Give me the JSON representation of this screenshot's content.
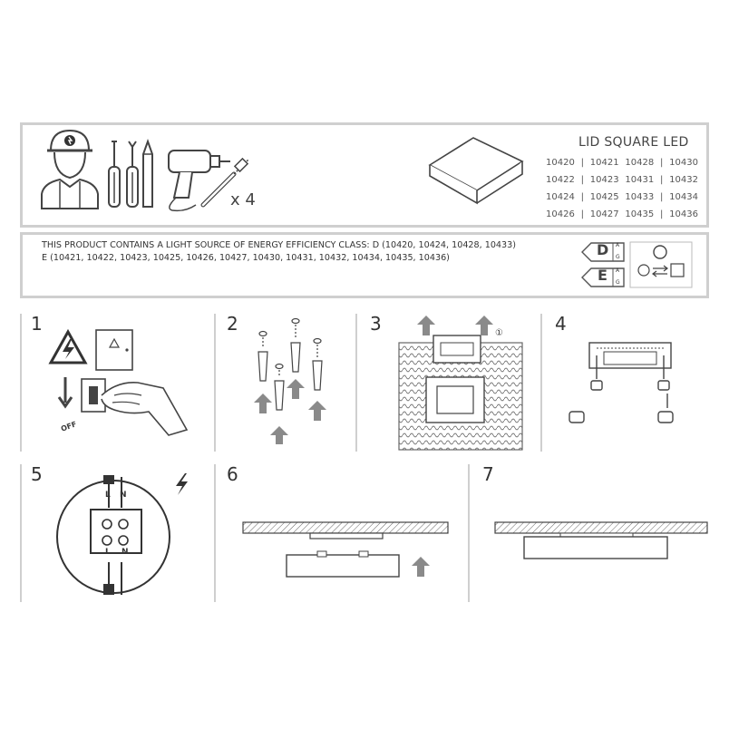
{
  "header": {
    "product_title": "LID SQUARE LED",
    "product_codes": [
      [
        "10420",
        "10421",
        "10428",
        "10430"
      ],
      [
        "10422",
        "10423",
        "10431",
        "10432"
      ],
      [
        "10424",
        "10425",
        "10433",
        "10434"
      ],
      [
        "10426",
        "10427",
        "10435",
        "10436"
      ]
    ],
    "screw_quantity": "x 4"
  },
  "energy_notice": {
    "line1": "THIS PRODUCT CONTAINS A LIGHT SOURCE OF ENERGY EFFICIENCY CLASS: D (10420, 10424, 10428, 10433)",
    "line2": "E (10421, 10422, 10423, 10425, 10426, 10427, 10430, 10431, 10432, 10434, 10435, 10436)",
    "class_d": "D",
    "class_e": "E",
    "scale_top": "A",
    "scale_bottom": "G"
  },
  "steps": [
    {
      "number": "1",
      "off_label": "OFF"
    },
    {
      "number": "2"
    },
    {
      "number": "3",
      "marker": "①"
    },
    {
      "number": "4"
    },
    {
      "number": "5",
      "live_label": "L",
      "neutral_label": "N"
    },
    {
      "number": "6"
    },
    {
      "number": "7"
    }
  ],
  "colors": {
    "frame": "#cfcfcf",
    "arrow": "#8a8a8a",
    "line": "#444444"
  }
}
